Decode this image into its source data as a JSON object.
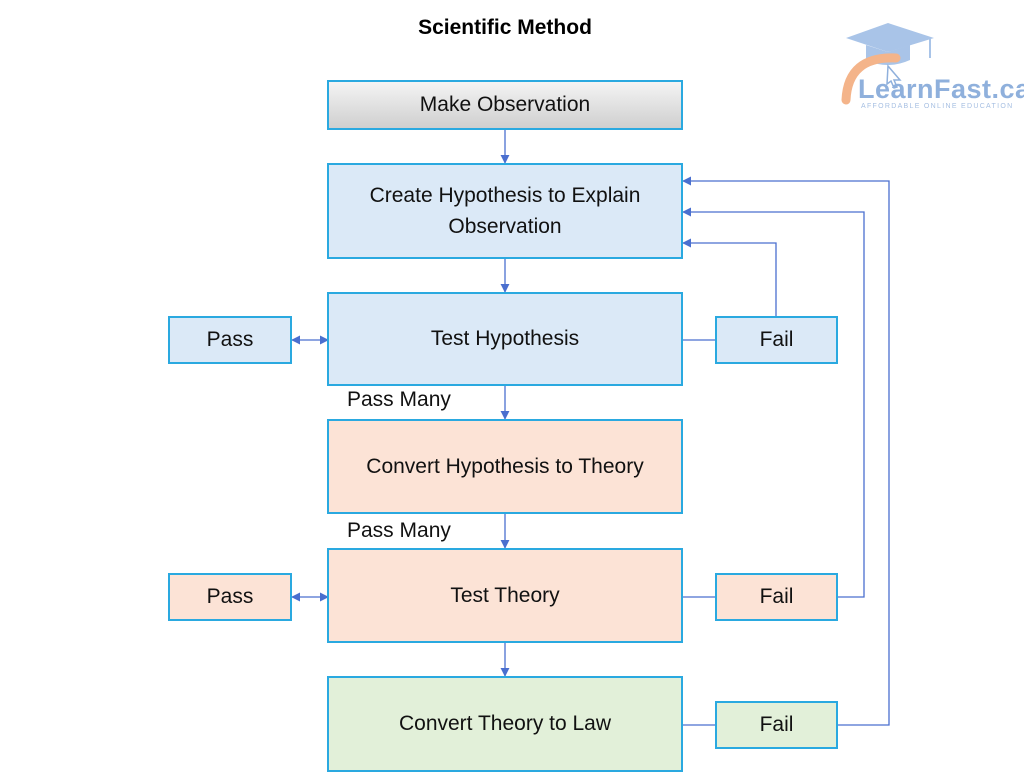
{
  "title": "Scientific Method",
  "nodes": {
    "make_observation": "Make Observation",
    "create_hypothesis": "Create Hypothesis to Explain Observation",
    "test_hypothesis": "Test Hypothesis",
    "convert_hypothesis": "Convert Hypothesis to Theory",
    "test_theory": "Test Theory",
    "convert_theory": "Convert Theory to Law",
    "pass_1": "Pass",
    "pass_2": "Pass",
    "fail_1": "Fail",
    "fail_2": "Fail",
    "fail_3": "Fail"
  },
  "edge_labels": {
    "pass_many_1": "Pass Many",
    "pass_many_2": "Pass Many"
  },
  "logo": {
    "name": "LearnFast.ca",
    "tagline": "AFFORDABLE ONLINE EDUCATION"
  },
  "colors": {
    "border": "#2aa9e0",
    "arrow": "#4a6fcf",
    "observation_fill": "#d9d9d9",
    "hypothesis_fill": "#dbe9f7",
    "theory_fill": "#fce3d6",
    "law_fill": "#e2f0d9"
  }
}
